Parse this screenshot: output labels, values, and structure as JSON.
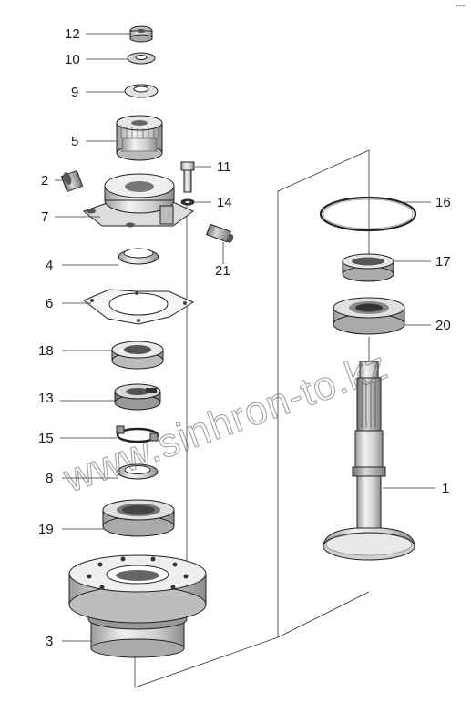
{
  "corner_mark": "⌐–",
  "watermark": "www.sinhron-to.kz",
  "labels": {
    "p1": "1",
    "p2": "2",
    "p3": "3",
    "p4": "4",
    "p5": "5",
    "p6": "6",
    "p7": "7",
    "p8": "8",
    "p9": "9",
    "p10": "10",
    "p11": "11",
    "p12": "12",
    "p13": "13",
    "p14": "14",
    "p15": "15",
    "p16": "16",
    "p17": "17",
    "p18": "18",
    "p19": "19",
    "p20": "20",
    "p21": "21"
  },
  "colors": {
    "metal_light": "#ececec",
    "metal_mid": "#c8c8c8",
    "metal_dark": "#8a8a8a",
    "line": "#222222"
  }
}
